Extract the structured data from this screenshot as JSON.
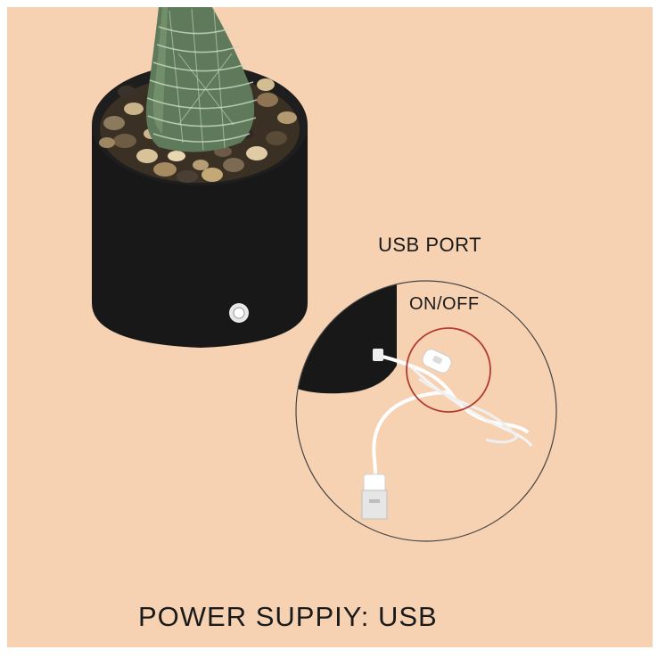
{
  "labels": {
    "usb_port": "USB PORT",
    "on_off": "ON/OFF",
    "power_supply": "POWER SUPPIY: USB"
  },
  "colors": {
    "background": "#f6d2b3",
    "pot": "#181818",
    "highlight_circle": "#c0392b",
    "cable": "#ffffff"
  }
}
